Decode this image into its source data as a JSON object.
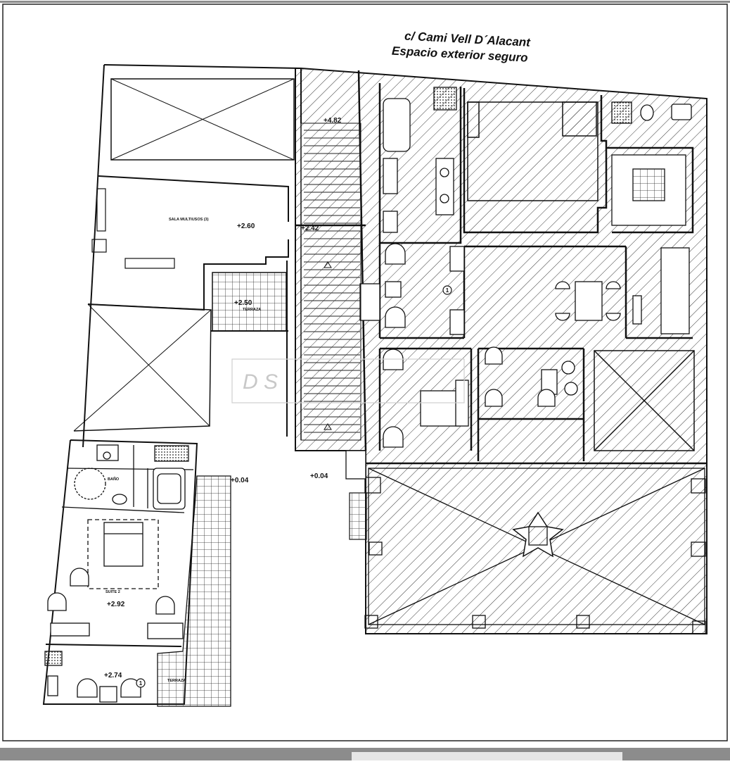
{
  "header": {
    "street": "c/ Cami Vell D´Alacant",
    "subtitle": "Espacio exterior seguro"
  },
  "levels": {
    "stairs_top": "+4.82",
    "sala": "+2.60",
    "landing": "+2.42",
    "terraza_upper": "+2.50",
    "ground_left": "+0.04",
    "ground_mid": "+0.04",
    "suite": "+2.92",
    "lower_room": "+2.74"
  },
  "rooms": {
    "sala": "SALA MULTIUSOS (3)",
    "terraza_upper": "TERRAZA",
    "bano": "BAÑO",
    "suite": "SUITE 2",
    "terraza_lower": "TERRAZA"
  },
  "markers": {
    "door_1a": "1",
    "door_1b": "1"
  },
  "watermark": "D S",
  "colors": {
    "line": "#1a1a1a",
    "hatch": "#3a3a3a",
    "background": "#ffffff",
    "footer": "#8c8c8c"
  }
}
